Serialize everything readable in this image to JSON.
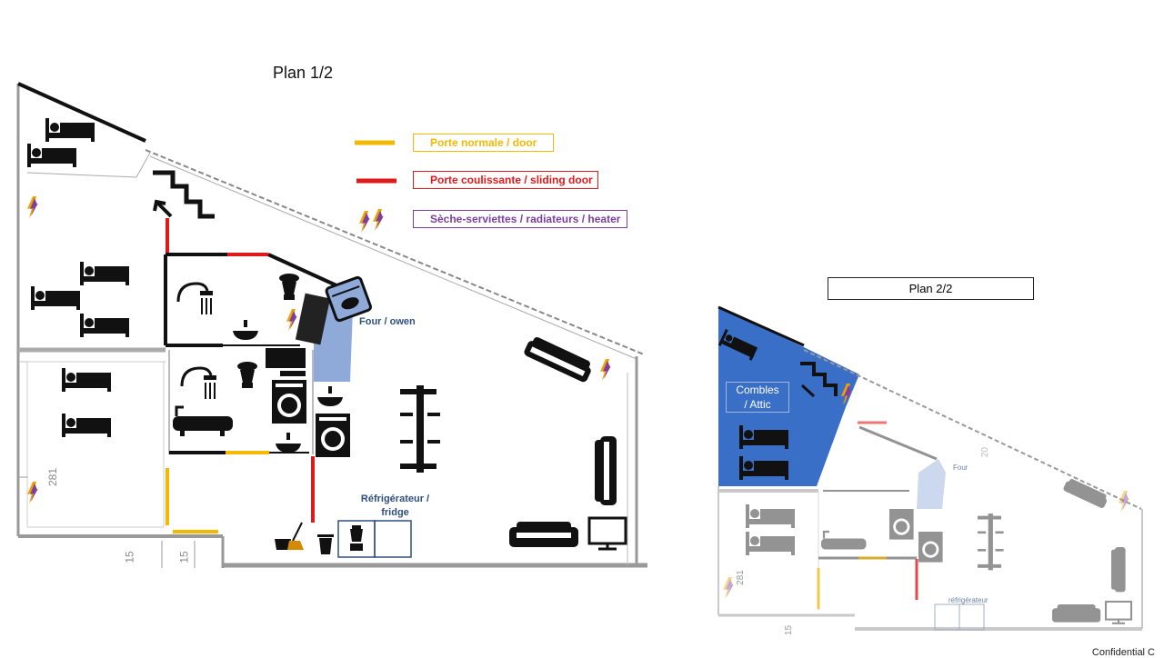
{
  "plan1": {
    "title": "Plan 1/2",
    "label_oven": "Four / owen",
    "label_fridge": "Réfrigérateur /\nfridge",
    "dim_281": "281",
    "dim_15a": "15",
    "dim_15b": "15"
  },
  "legend": {
    "door": "Porte normale / door",
    "sliding": "Porte coulissante / sliding door",
    "heater": "Sèche-serviettes / radiateurs / heater",
    "door_color": "#f5b800",
    "sliding_color": "#e01a1a",
    "heater_color": "#7a3fa0"
  },
  "plan2": {
    "title": "Plan 2/2",
    "label_attic": "Combles\n/ Attic",
    "label_oven": "Four",
    "label_fridge": "réfrigérateur",
    "dim_281": "281",
    "dim_15": "15",
    "dim_20": "20",
    "attic_color": "#3a6fc8"
  },
  "footer": {
    "confidential": "Confidential C"
  }
}
